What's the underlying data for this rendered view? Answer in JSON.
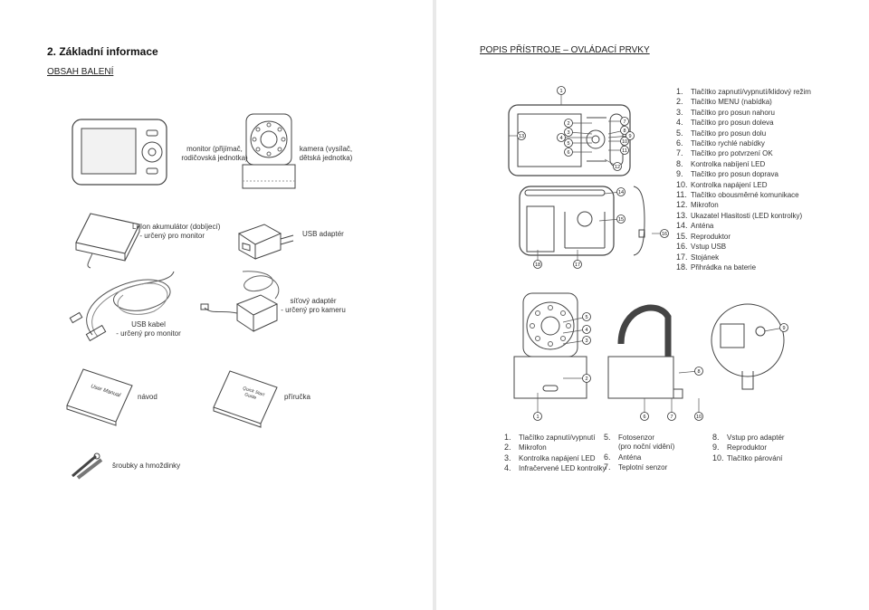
{
  "left": {
    "title": "2. Základní informace",
    "subtitle": "OBSAH BALENÍ",
    "items": {
      "monitor": [
        "monitor (přijímač,",
        "rodičovská jednotka)"
      ],
      "camera": [
        "kamera (vysílač,",
        "dětská jednotka)"
      ],
      "battery": [
        "Li-Ion akumulátor (dobíjecí)",
        "- určený pro monitor"
      ],
      "usb_adapter": "USB adaptér",
      "network_adapter": [
        "síťový adaptér",
        "- určený pro kameru"
      ],
      "usb_cable": [
        "USB kabel",
        "- určený pro monitor"
      ],
      "manual": "návod",
      "guide": "příručka",
      "screws": "šroubky a hmoždinky"
    },
    "illustration_text": {
      "manual_cover": "User Manual",
      "guide_cover": [
        "Quick Start",
        "Guide"
      ]
    }
  },
  "right": {
    "title": "POPIS PŘÍSTROJE – OVLÁDACÍ PRVKY",
    "monitor_list": [
      {
        "n": "1.",
        "t": "Tlačítko zapnutí/vypnutí/klidový režim"
      },
      {
        "n": "2.",
        "t": "Tlačítko MENU (nabídka)"
      },
      {
        "n": "3.",
        "t": "Tlačítko pro posun nahoru"
      },
      {
        "n": "4.",
        "t": "Tlačítko pro posun doleva"
      },
      {
        "n": "5.",
        "t": "Tlačítko pro posun dolu"
      },
      {
        "n": "6.",
        "t": "Tlačítko rychlé nabídky"
      },
      {
        "n": "7.",
        "t": "Tlačítko pro potvrzení OK"
      },
      {
        "n": "8.",
        "t": "Kontrolka nabíjení LED"
      },
      {
        "n": "9.",
        "t": "Tlačítko pro posun doprava"
      },
      {
        "n": "10.",
        "t": "Kontrolka napájení LED"
      },
      {
        "n": "11.",
        "t": "Tlačítko obousměrné komunikace"
      },
      {
        "n": "12.",
        "t": "Mikrofon"
      },
      {
        "n": "13.",
        "t": "Ukazatel Hlasitosti (LED kontrolky)"
      },
      {
        "n": "14.",
        "t": "Anténa"
      },
      {
        "n": "15.",
        "t": "Reproduktor"
      },
      {
        "n": "16.",
        "t": "Vstup USB"
      },
      {
        "n": "17.",
        "t": "Stojánek"
      },
      {
        "n": "18.",
        "t": "Přihrádka na baterie"
      }
    ],
    "camera_list_col1": [
      {
        "n": "1.",
        "t": "Tlačítko zapnutí/vypnutí"
      },
      {
        "n": "2.",
        "t": "Mikrofon"
      },
      {
        "n": "3.",
        "t": "Kontrolka napájení LED"
      },
      {
        "n": "4.",
        "t": "Infračervené LED kontrolky"
      }
    ],
    "camera_list_col2": [
      {
        "n": "5.",
        "t": "Fotosenzor"
      },
      {
        "n": "",
        "t": "(pro noční vidění)"
      },
      {
        "n": "6.",
        "t": "Anténa"
      },
      {
        "n": "7.",
        "t": "Teplotní senzor"
      }
    ],
    "camera_list_col3": [
      {
        "n": "8.",
        "t": "Vstup pro adaptér"
      },
      {
        "n": "9.",
        "t": "Reproduktor"
      },
      {
        "n": "10.",
        "t": "Tlačítko párování"
      }
    ],
    "badges_monitor": [
      "1",
      "2",
      "3",
      "4",
      "5",
      "6",
      "7",
      "8",
      "9",
      "10",
      "11",
      "12",
      "13",
      "14",
      "15",
      "16",
      "17",
      "18"
    ],
    "badges_camera": [
      "1",
      "2",
      "3",
      "4",
      "5",
      "6",
      "7",
      "8",
      "9",
      "10"
    ]
  }
}
